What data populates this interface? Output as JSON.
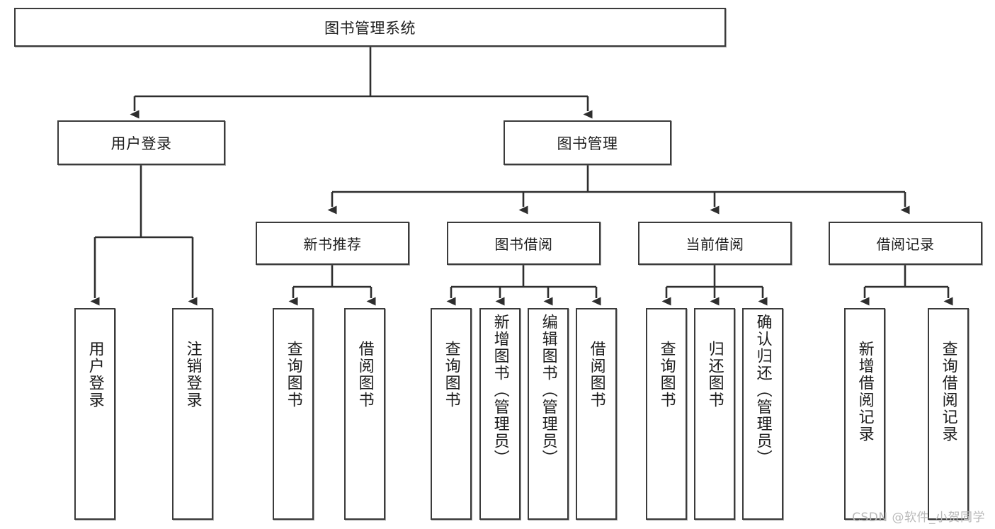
{
  "diagram": {
    "title": "图书管理系统",
    "type": "function-hierarchy-tree",
    "root": {
      "id": "root",
      "label": "图书管理系统"
    },
    "level1": [
      {
        "id": "user-login",
        "label": "用户登录"
      },
      {
        "id": "book-manage",
        "label": "图书管理"
      }
    ],
    "level2": [
      {
        "id": "new-book-rec",
        "label": "新书推荐",
        "parent": "book-manage"
      },
      {
        "id": "book-borrow",
        "label": "图书借阅",
        "parent": "book-manage"
      },
      {
        "id": "current-borrow",
        "label": "当前借阅",
        "parent": "book-manage"
      },
      {
        "id": "borrow-record",
        "label": "借阅记录",
        "parent": "book-manage"
      }
    ],
    "leaves": [
      {
        "id": "leaf-user-login",
        "label": "用户登录",
        "parent": "user-login"
      },
      {
        "id": "leaf-logout",
        "label": "注销登录",
        "parent": "user-login"
      },
      {
        "id": "leaf-query-book-1",
        "label": "查询图书",
        "parent": "new-book-rec"
      },
      {
        "id": "leaf-borrow-book-1",
        "label": "借阅图书",
        "parent": "new-book-rec"
      },
      {
        "id": "leaf-query-book-2",
        "label": "查询图书",
        "parent": "book-borrow"
      },
      {
        "id": "leaf-add-book",
        "label": "新增图书（管理员）",
        "parent": "book-borrow"
      },
      {
        "id": "leaf-edit-book",
        "label": "编辑图书（管理员）",
        "parent": "book-borrow"
      },
      {
        "id": "leaf-borrow-book-2",
        "label": "借阅图书",
        "parent": "book-borrow"
      },
      {
        "id": "leaf-query-book-3",
        "label": "查询图书",
        "parent": "current-borrow"
      },
      {
        "id": "leaf-return-book",
        "label": "归还图书",
        "parent": "current-borrow"
      },
      {
        "id": "leaf-confirm-return",
        "label": "确认归还（管理员）",
        "parent": "current-borrow"
      },
      {
        "id": "leaf-add-record",
        "label": "新增借阅记录",
        "parent": "borrow-record"
      },
      {
        "id": "leaf-query-record",
        "label": "查询借阅记录",
        "parent": "borrow-record"
      }
    ],
    "colors": {
      "stroke": "#3b3b3b",
      "fill": "#ffffff",
      "text": "#1d1d1d",
      "watermark": "#b9b9b9"
    }
  },
  "watermark": {
    "text": "CSDN @软件_小贺同学"
  }
}
